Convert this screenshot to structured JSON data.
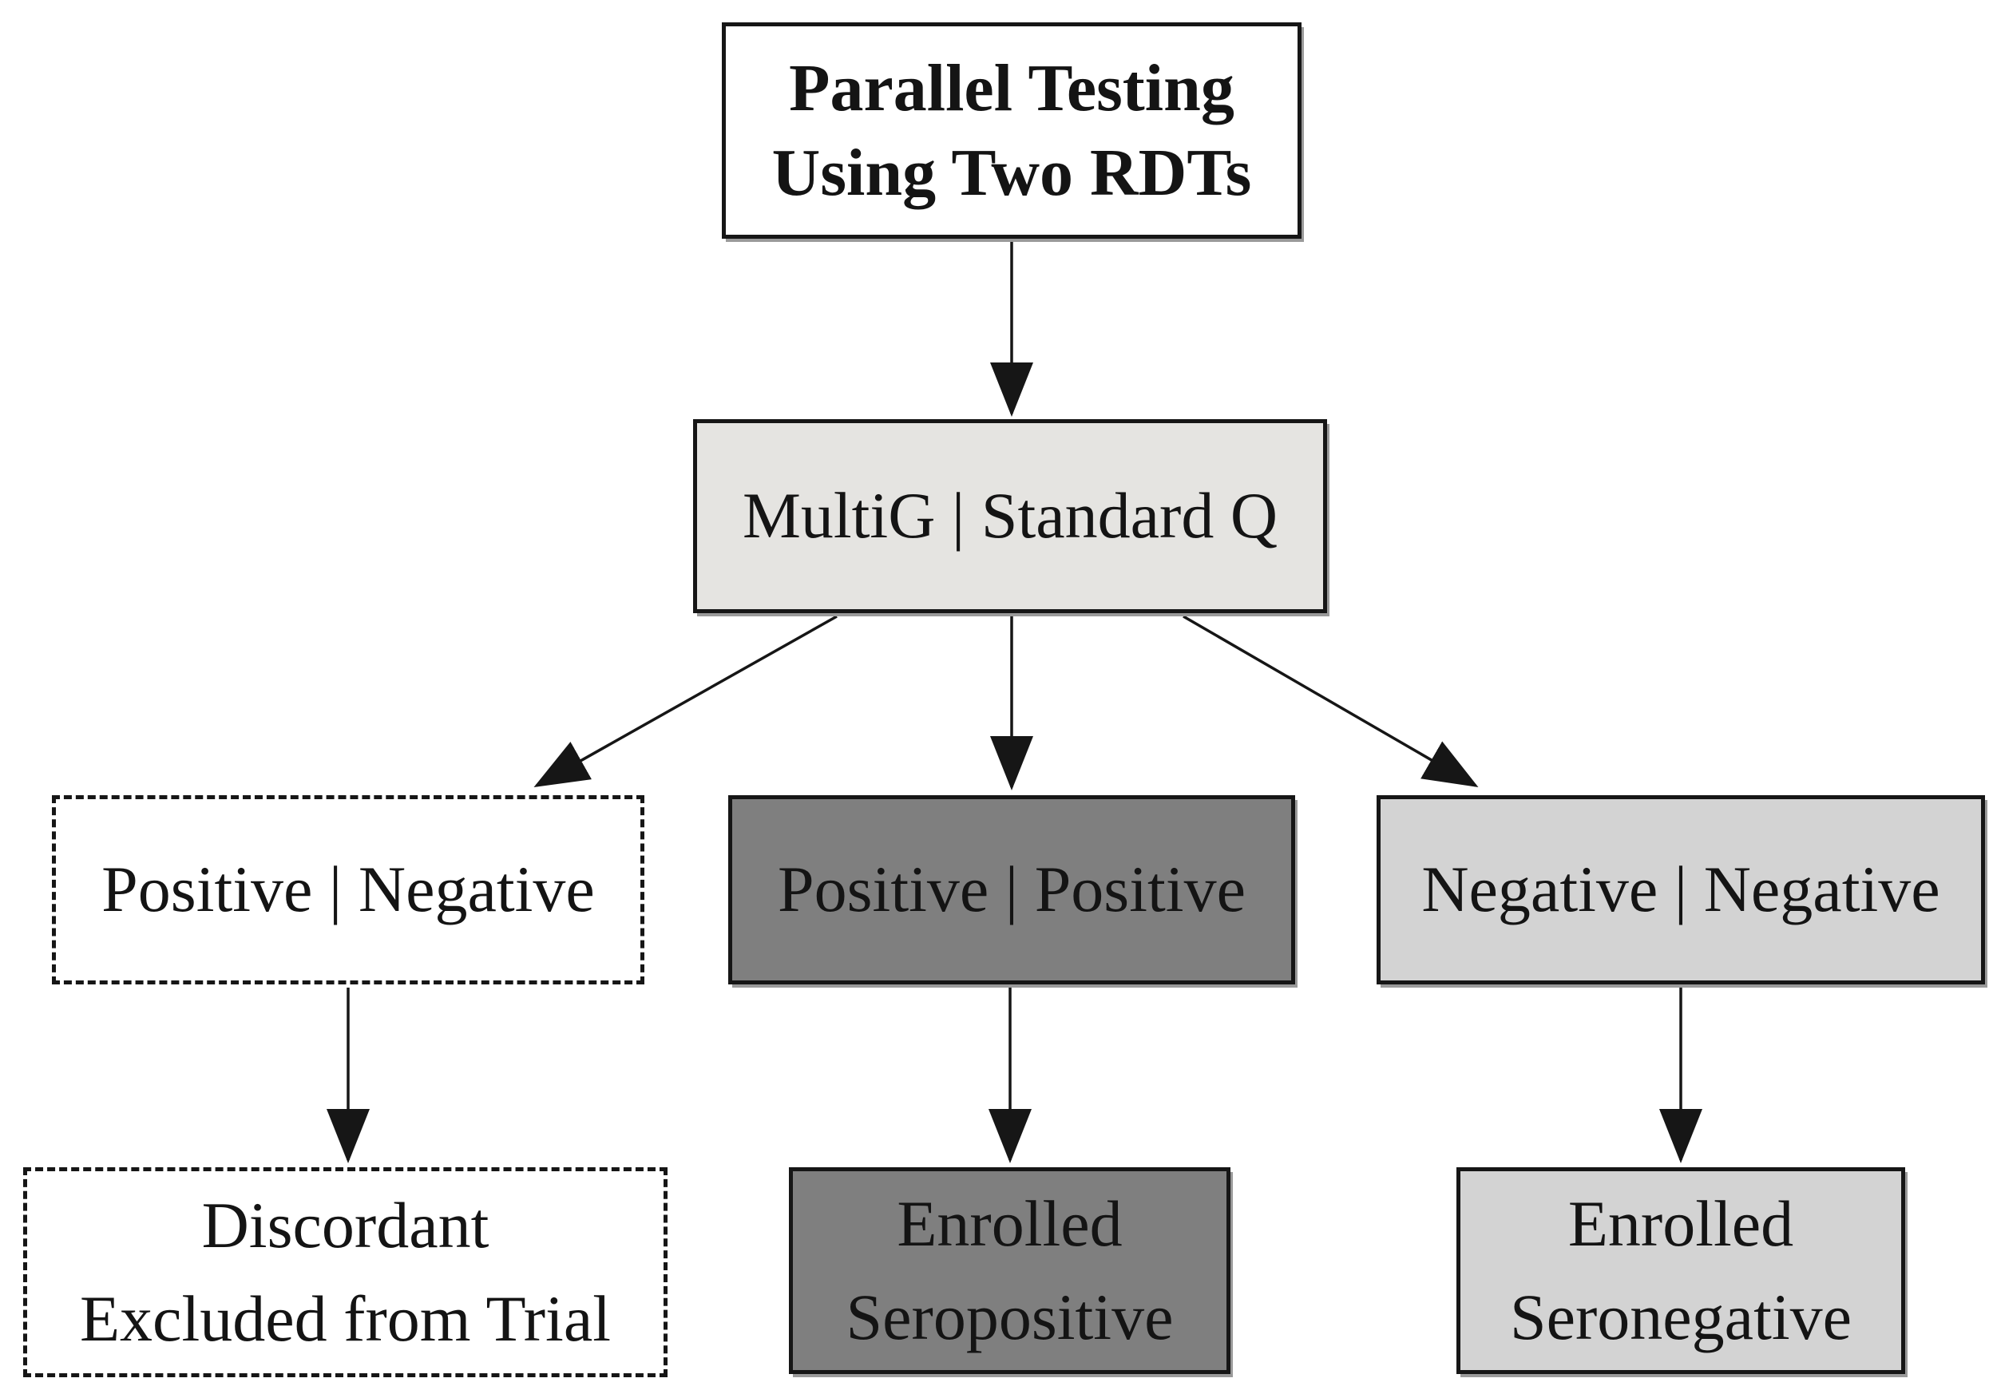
{
  "diagram": {
    "title": "Parallel Testing Using Two RDTs flowchart",
    "nodes": {
      "root": {
        "label": "Parallel Testing\nUsing Two RDTs"
      },
      "tests": {
        "label": "MultiG | Standard Q"
      },
      "pos_neg": {
        "label": "Positive | Negative"
      },
      "pos_pos": {
        "label": "Positive | Positive"
      },
      "neg_neg": {
        "label": "Negative | Negative"
      },
      "excluded": {
        "label": "Discordant\nExcluded from Trial"
      },
      "seropositive": {
        "label": "Enrolled\nSeropositive"
      },
      "seronegative": {
        "label": "Enrolled\nSeronegative"
      }
    }
  },
  "colors": {
    "ink": "#161616",
    "node_white": "#ffffff",
    "node_lightest": "#e5e4e1",
    "node_dark": "#7f7f7f",
    "node_light": "#d3d3d3",
    "shadow": "#9a9a9a"
  }
}
